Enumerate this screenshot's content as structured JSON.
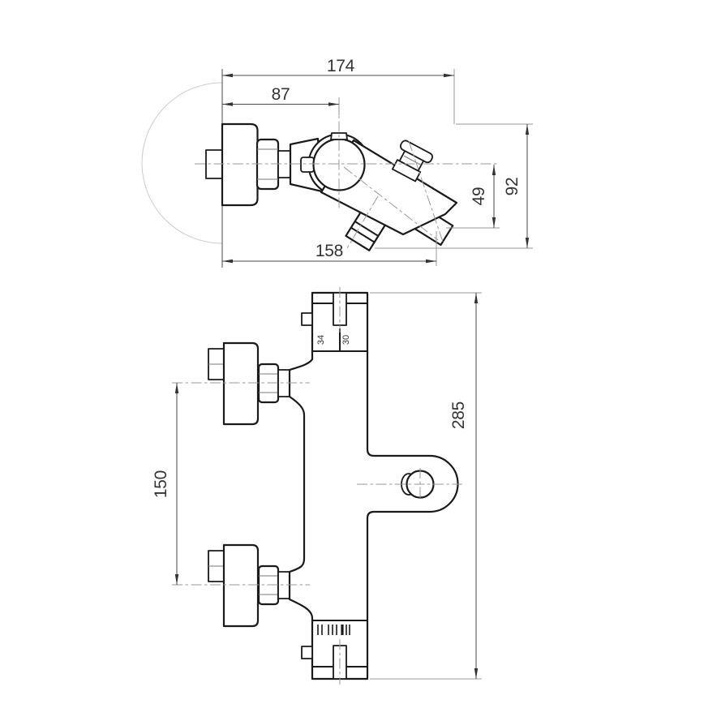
{
  "drawing": {
    "subject": "Wall-mounted thermostatic bath-shower mixer tap, two-view dimensioned technical drawing",
    "colors": {
      "background": "#ffffff",
      "outline": "#1a1a1a",
      "dimension_line": "#4a4a4a",
      "thin_line": "#999999",
      "hatch": "#cccccc",
      "text": "#333333"
    },
    "side_view": {
      "dimensions": {
        "overall_depth": "174",
        "wall_to_cartridge_center": "87",
        "overall_height": "92",
        "center_to_outlet": "49",
        "spout_reach": "158"
      }
    },
    "front_view": {
      "dimensions": {
        "overall_length": "285",
        "inlet_center_distance": "150"
      },
      "handle_scale": {
        "left_label": "34",
        "right_label": "30"
      }
    }
  }
}
